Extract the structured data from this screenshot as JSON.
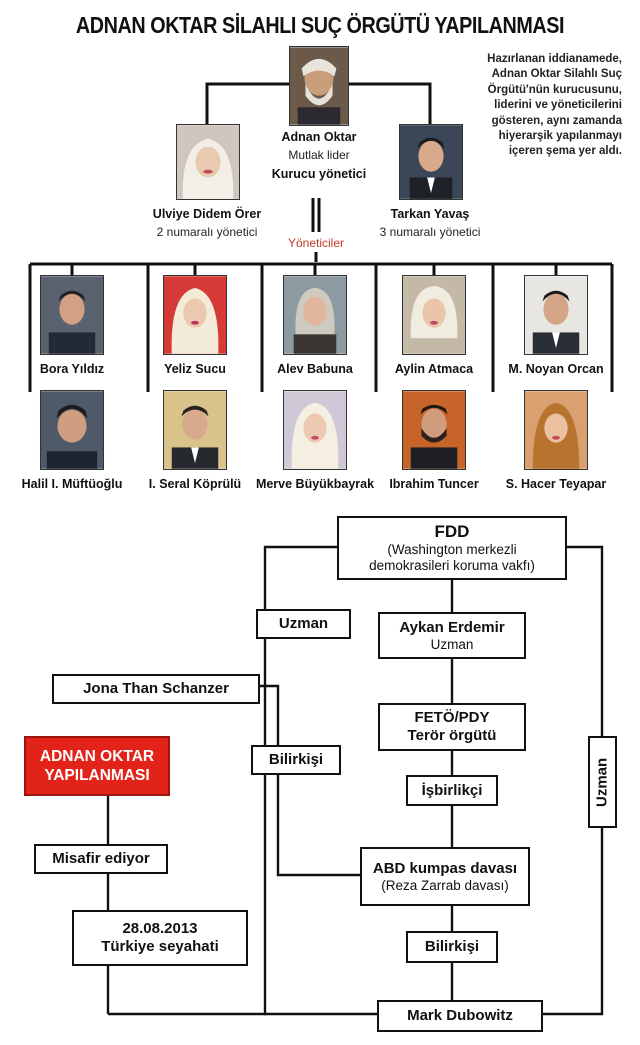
{
  "title": "ADNAN OKTAR SİLAHLI SUÇ ÖRGÜTÜ YAPILANMASI",
  "note": "Hazırlanan iddianamede, Adnan Oktar Silahlı Suç Örgütü'nün kurucusunu, liderini ve yöneticilerini gösteren, aynı zamanda hiyerarşik yapılanmayı içeren şema yer aldı.",
  "leader": {
    "name": "Adnan Oktar",
    "role1": "Mutlak lider",
    "role2": "Kurucu yönetici"
  },
  "second": {
    "name": "Ulviye Didem Örer",
    "role": "2 numaralı yönetici"
  },
  "third": {
    "name": "Tarkan Yavaş",
    "role": "3 numaralı yönetici"
  },
  "managers_label": "Yöneticiler",
  "managers_row1": [
    "Bora Yıldız",
    "Yeliz Sucu",
    "Alev Babuna",
    "Aylin Atmaca",
    "M. Noyan Orcan"
  ],
  "managers_row2": [
    "Halil I. Müftüoğlu",
    "I. Seral Köprülü",
    "Merve Büyükbayrak",
    "Ibrahim Tuncer",
    "S. Hacer Teyapar"
  ],
  "network": {
    "fdd_title": "FDD",
    "fdd_sub": "(Washington merkezli demokrasileri koruma vakfı)",
    "uzman_left": "Uzman",
    "aykan_name": "Aykan Erdemir",
    "aykan_role": "Uzman",
    "jona": "Jona Than Schanzer",
    "adnan_box": "ADNAN OKTAR YAPILANMASI",
    "bilirkisi_left": "Bilirkişi",
    "feto": "FETÖ/PDY",
    "feto_sub": "Terör örgütü",
    "isbirlikci": "İşbirlikçi",
    "uzman_right": "Uzman",
    "misafir": "Misafir ediyor",
    "abd": "ABD kumpas davası",
    "abd_sub": "(Reza Zarrab davası)",
    "date": "28.08.2013",
    "trip": "Türkiye seyahati",
    "bilirkisi_right": "Bilirkişi",
    "mark": "Mark Dubowitz"
  },
  "colors": {
    "accent": "#c0392b",
    "red_box": "#e2231a"
  }
}
